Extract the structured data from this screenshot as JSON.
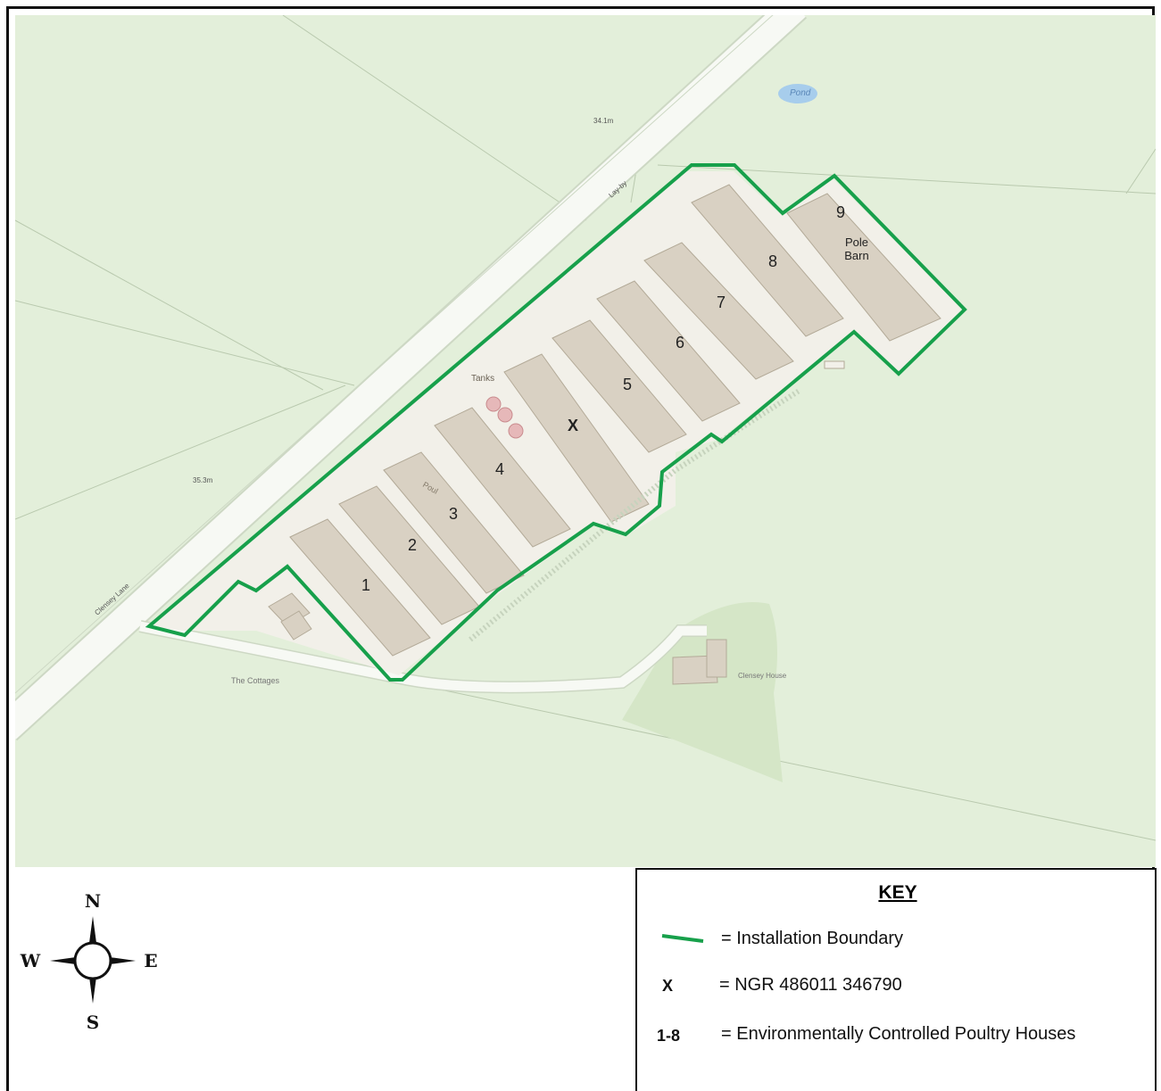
{
  "map": {
    "colors": {
      "background": "#e3efda",
      "road": "#f7f9f4",
      "yard": "#f2f0e9",
      "building": "#d9d1c3",
      "boundary": "#17a04b",
      "pond": "#a7cdec",
      "garden": "#d5e6c7"
    },
    "labels": {
      "pond": "Pond",
      "height_1": "34.1m",
      "layby": "Lay-by",
      "tanks": "Tanks",
      "height_2": "35.3m",
      "lane": "Clensey Lane",
      "cottages": "The Cottages",
      "house": "Clensey House",
      "poultry_fragment": "Poul",
      "pole_barn": "Pole Barn",
      "ngr_marker": "X"
    },
    "houses": [
      "1",
      "2",
      "3",
      "4",
      "5",
      "6",
      "7",
      "8",
      "9"
    ]
  },
  "compass": {
    "north": "N",
    "east": "E",
    "south": "S",
    "west": "W"
  },
  "key": {
    "title": "KEY",
    "items": [
      {
        "symbol": "line",
        "symbol_color": "#17a04b",
        "text": "= Installation Boundary"
      },
      {
        "symbol": "X",
        "text": "= NGR 486011 346790"
      },
      {
        "symbol": "1-8",
        "text": "= Environmentally Controlled Poultry Houses"
      }
    ]
  }
}
